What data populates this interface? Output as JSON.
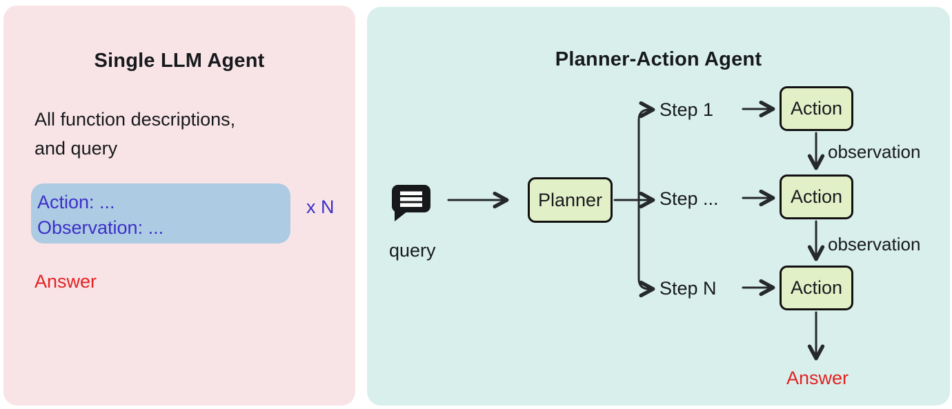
{
  "left_panel": {
    "title": "Single LLM Agent",
    "description": [
      "All function descriptions,",
      "and query"
    ],
    "loop_box": [
      "Action: ...",
      "Observation: ..."
    ],
    "loop_count_label": "x N",
    "answer_label": "Answer"
  },
  "right_panel": {
    "title": "Planner-Action Agent",
    "query_label": "query",
    "planner_label": "Planner",
    "step_labels": [
      "Step 1",
      "Step ...",
      "Step N"
    ],
    "action_labels": [
      "Action",
      "Action",
      "Action"
    ],
    "observation_labels": [
      "observation",
      "observation"
    ],
    "answer_label": "Answer",
    "query_icon": "chat-bubble-icon"
  },
  "colors": {
    "left_panel_bg": "#f8e4e7",
    "right_panel_bg": "#d9efec",
    "loop_box_bg": "#adcbe2",
    "node_bg": "#e2f0c8",
    "node_border": "#111111",
    "accent_blue": "#3b2fc8",
    "accent_red": "#e32222",
    "line": "#26292c",
    "text": "#17191c"
  }
}
